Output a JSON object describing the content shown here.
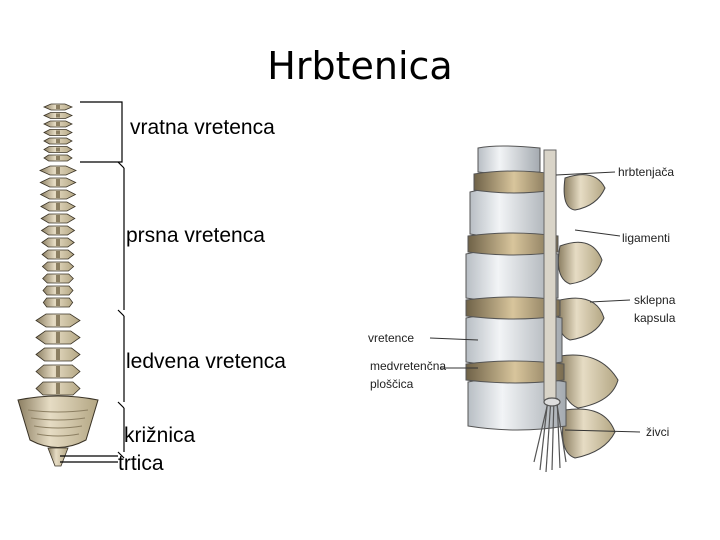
{
  "title": "Hrbtenica",
  "spine_regions": [
    {
      "id": "cervical",
      "label": "vratna vretenca"
    },
    {
      "id": "thoracic",
      "label": "prsna vretenca"
    },
    {
      "id": "lumbar",
      "label": "ledvena vretenca"
    },
    {
      "id": "sacrum",
      "label": "križnica"
    },
    {
      "id": "coccyx",
      "label": "trtica"
    }
  ],
  "detail_labels": {
    "spinal_cord": "hrbtenjača",
    "ligaments": "ligamenti",
    "capsule_line1": "sklepna",
    "capsule_line2": "kapsula",
    "vertebra": "vretence",
    "disc_line1": "medvretenčna",
    "disc_line2": "ploščica",
    "nerves": "živci"
  },
  "colors": {
    "bone": "#e6dcc4",
    "bone_shadow": "#8c7f62",
    "bone_outline": "#3a3326",
    "vertebra_body": "#eef0f2",
    "vertebra_shade": "#9aa0a6",
    "disc": "#c9b48a",
    "leader": "#333333"
  }
}
